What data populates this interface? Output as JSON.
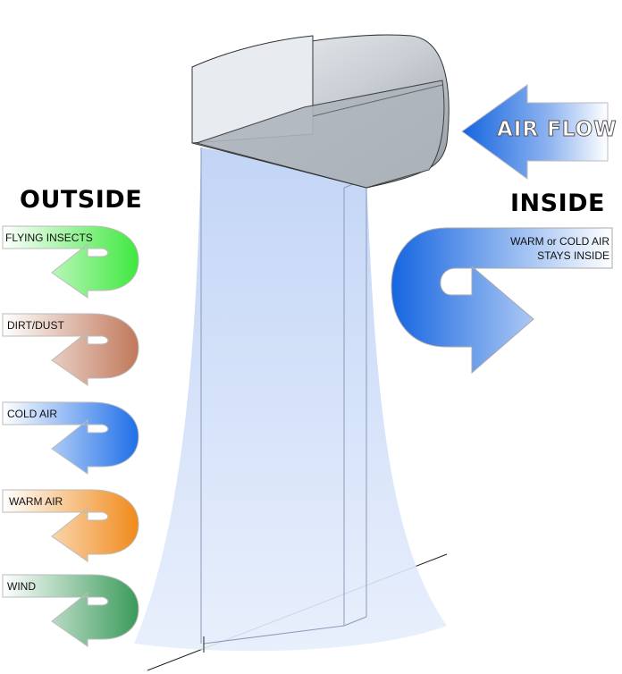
{
  "headings": {
    "outside": "OUTSIDE",
    "inside": "INSIDE"
  },
  "airflow_label": "AIR FLOW",
  "inside_label": [
    "WARM or COLD AIR",
    "STAYS INSIDE"
  ],
  "outside_items": [
    {
      "label": "FLYING INSECTS",
      "color": "#3ee83e"
    },
    {
      "label": "DIRT/DUST",
      "color": "#c0785a"
    },
    {
      "label": "COLD AIR",
      "color": "#1e6fe8"
    },
    {
      "label": "WARM AIR",
      "color": "#f08a1a"
    },
    {
      "label": "WIND",
      "color": "#3a9a5a"
    }
  ],
  "colors": {
    "blue": "#1565e0",
    "curtain": "#c9d9f7"
  }
}
